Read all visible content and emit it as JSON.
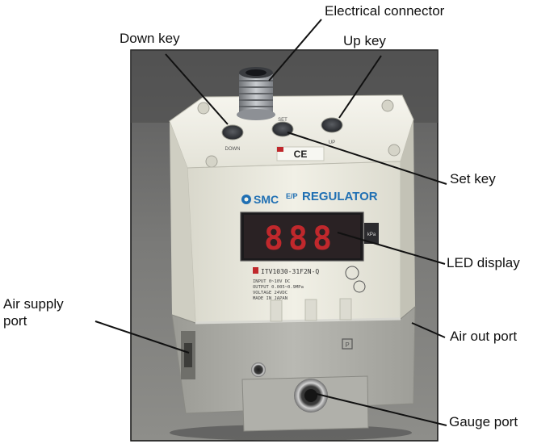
{
  "labels": {
    "electrical_connector": "Electrical connector",
    "down_key": "Down key",
    "up_key": "Up key",
    "set_key": "Set key",
    "led_display": "LED display",
    "air_supply_port_line1": "Air supply",
    "air_supply_port_line2": "port",
    "air_out_port": "Air out port",
    "gauge_port": "Gauge port"
  },
  "device": {
    "brand": "SMC",
    "product_prefix": "E/P",
    "product": "REGULATOR",
    "display_digits": "888",
    "left_key_caption": "DOWN",
    "center_key_caption": "SET",
    "right_key_caption": "UP",
    "model_number": "ITV1030-31F2N-Q",
    "spec_lines": [
      "INPUT   0~10V DC",
      "OUTPUT  0.005~0.9MPa",
      "VOLTAGE 24VDC",
      "MADE IN JAPAN"
    ],
    "ce_mark": "CE",
    "unit_badge": "kPa",
    "port_marking": "P"
  },
  "colors": {
    "background": "#ffffff",
    "photo_bg": "#6a6a6a",
    "body_cream": "#ecebe0",
    "body_gray": "#a9a9a3",
    "led_red": "#c0282c",
    "smc_blue": "#1f6fb3",
    "line": "#111111"
  }
}
